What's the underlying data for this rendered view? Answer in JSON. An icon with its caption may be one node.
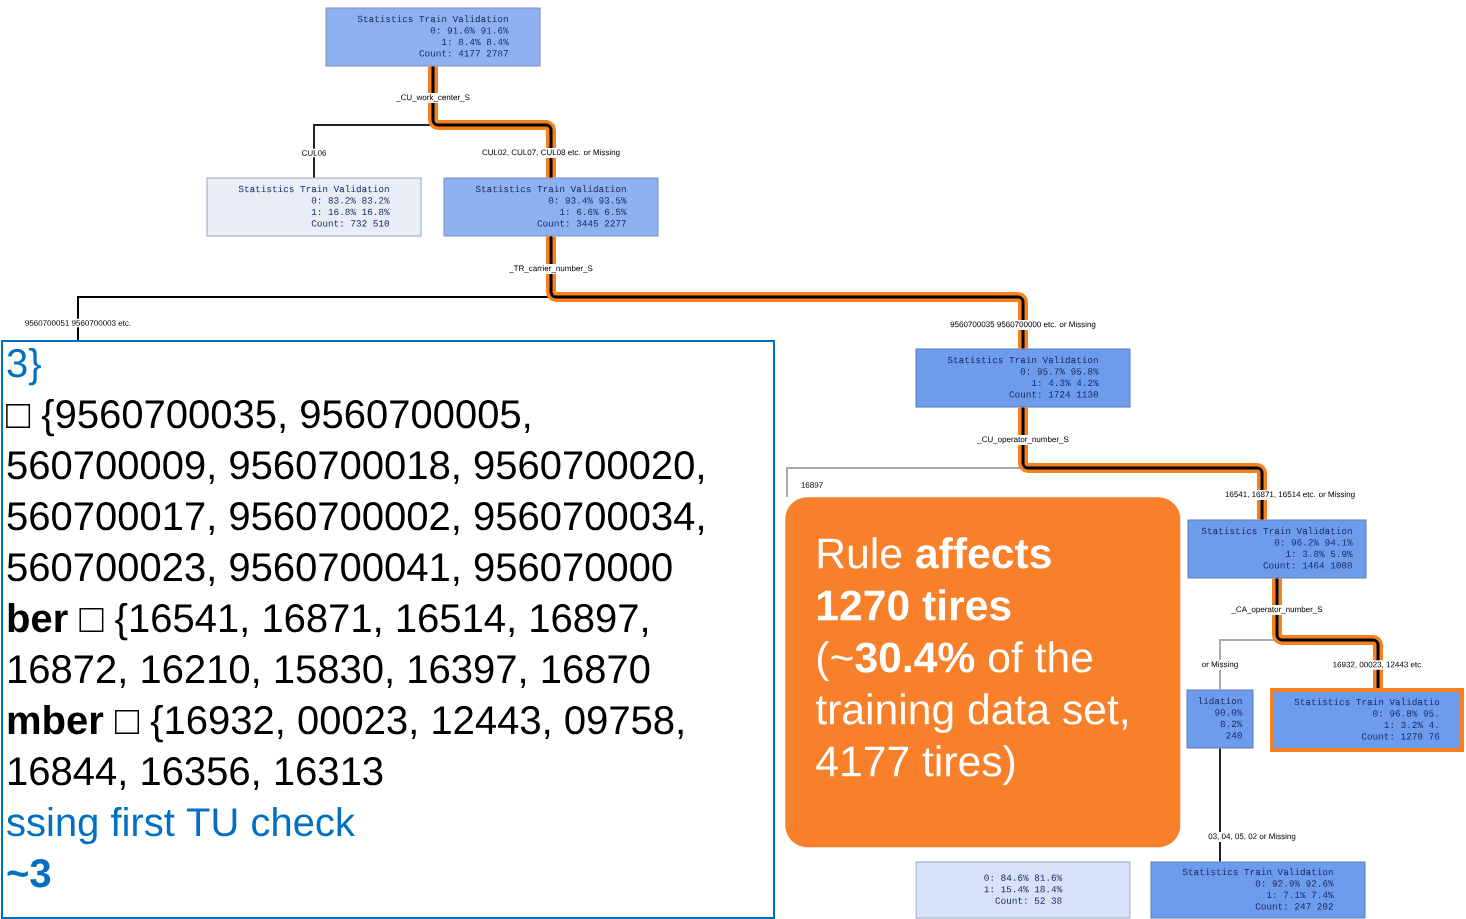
{
  "diagram": {
    "nodes": [
      {
        "text": [
          "Statistics Train Validation",
          "0: 91.6% 91.6%",
          "1: 8.4% 8.4%",
          "Count: 4177 2787"
        ],
        "beside": [
          "_CU_work_center_S"
        ]
      },
      {
        "text": [
          "Statistics Train Validation",
          "0: 83.2% 83.2%",
          "1: 16.8% 16.8%",
          "Count: 732 510"
        ]
      },
      {
        "text": [
          "Statistics Train Validation",
          "0: 93.4% 93.5%",
          "1: 6.6% 6.5%",
          "Count: 3445 2277"
        ],
        "beside": [
          "_TR_carrier_number_S"
        ]
      },
      {
        "text": [
          "Statistics Train Validation",
          "0: 95.7% 95.8%",
          "1: 4.3% 4.2%",
          "Count: 1724 1130"
        ],
        "beside": [
          "_CU_operator_number_S"
        ]
      },
      {
        "text": [
          "Statistics Train Validation",
          "0: 96.2% 94.1%",
          "1: 3.8% 5.9%",
          "Count: 1464 1008"
        ],
        "beside": [
          "_CA_operator_number_S"
        ]
      },
      {
        "text": [
          "Statistics Train Validatio",
          "0: 96.8% 95.",
          "1: 3.2% 4.",
          "Count: 1270 76"
        ]
      },
      {
        "text": [
          "lidation",
          "90.0%",
          "8.2%",
          "240"
        ]
      },
      {
        "text": [
          "Statistics Train Validation",
          "0: 92.9% 92.6%",
          "1: 7.1% 7.4%",
          "Count: 247 202"
        ]
      },
      {
        "text": [
          "0: 84.6% 81.6%",
          "1: 15.4% 18.4%",
          "Count: 52 38"
        ]
      },
      {
        "text": [
          "3}",
          "□ {9560700035, 9560700005, 560700009, 9560700018, 9560700020, 560700017, 9560700002, 9560700034, 560700023, 9560700041, 956070000",
          "**ber** □ {16541, 16871, 16514, 16897, 16872, 16210, 15830, 16397, 16870",
          "**mber** □ {16932, 00023, 12443, 09758, 16844, 16356, 16313",
          "ssing first TU check",
          "~3"
        ]
      },
      {
        "text": [
          "Rule **affects 1270 tires** (~**30.4%** of the training data set, 4177 tires)"
        ]
      }
    ],
    "edges": [
      {
        "from": 0,
        "to": 1,
        "arrow": "none",
        "label": "CUL06",
        "color": "#222222"
      },
      {
        "from": 0,
        "to": 2,
        "arrow": "none",
        "label": "CUL02, CUL07, CUL08 etc. or Missing",
        "style": "thick",
        "color": "#f7801f"
      },
      {
        "from": 2,
        "to": 9,
        "arrow": "none",
        "label": "9560700051 9560700003 etc.",
        "color": "#000000"
      },
      {
        "from": 2,
        "to": 3,
        "arrow": "none",
        "label": "9560700035 9560700000 etc. or Missing",
        "style": "thick",
        "color": "#f7801f"
      },
      {
        "from": 3,
        "to": 10,
        "arrow": "none",
        "label": "16897",
        "color": "#aaaaaa"
      },
      {
        "from": 3,
        "to": 4,
        "arrow": "none",
        "label": "16541, 16871, 16514 etc. or Missing",
        "style": "thick",
        "color": "#f7801f"
      },
      {
        "from": 4,
        "to": 6,
        "arrow": "none",
        "label": "or Missing",
        "color": "#aaaaaa"
      },
      {
        "from": 4,
        "to": 5,
        "arrow": "none",
        "label": "16932, 00023, 12443 etc.",
        "style": "thick",
        "color": "#f7801f"
      },
      {
        "from": 6,
        "to": 7,
        "arrow": "none",
        "label": "03, 04, 05, 02 or Missing",
        "color": "#222222"
      }
    ]
  }
}
